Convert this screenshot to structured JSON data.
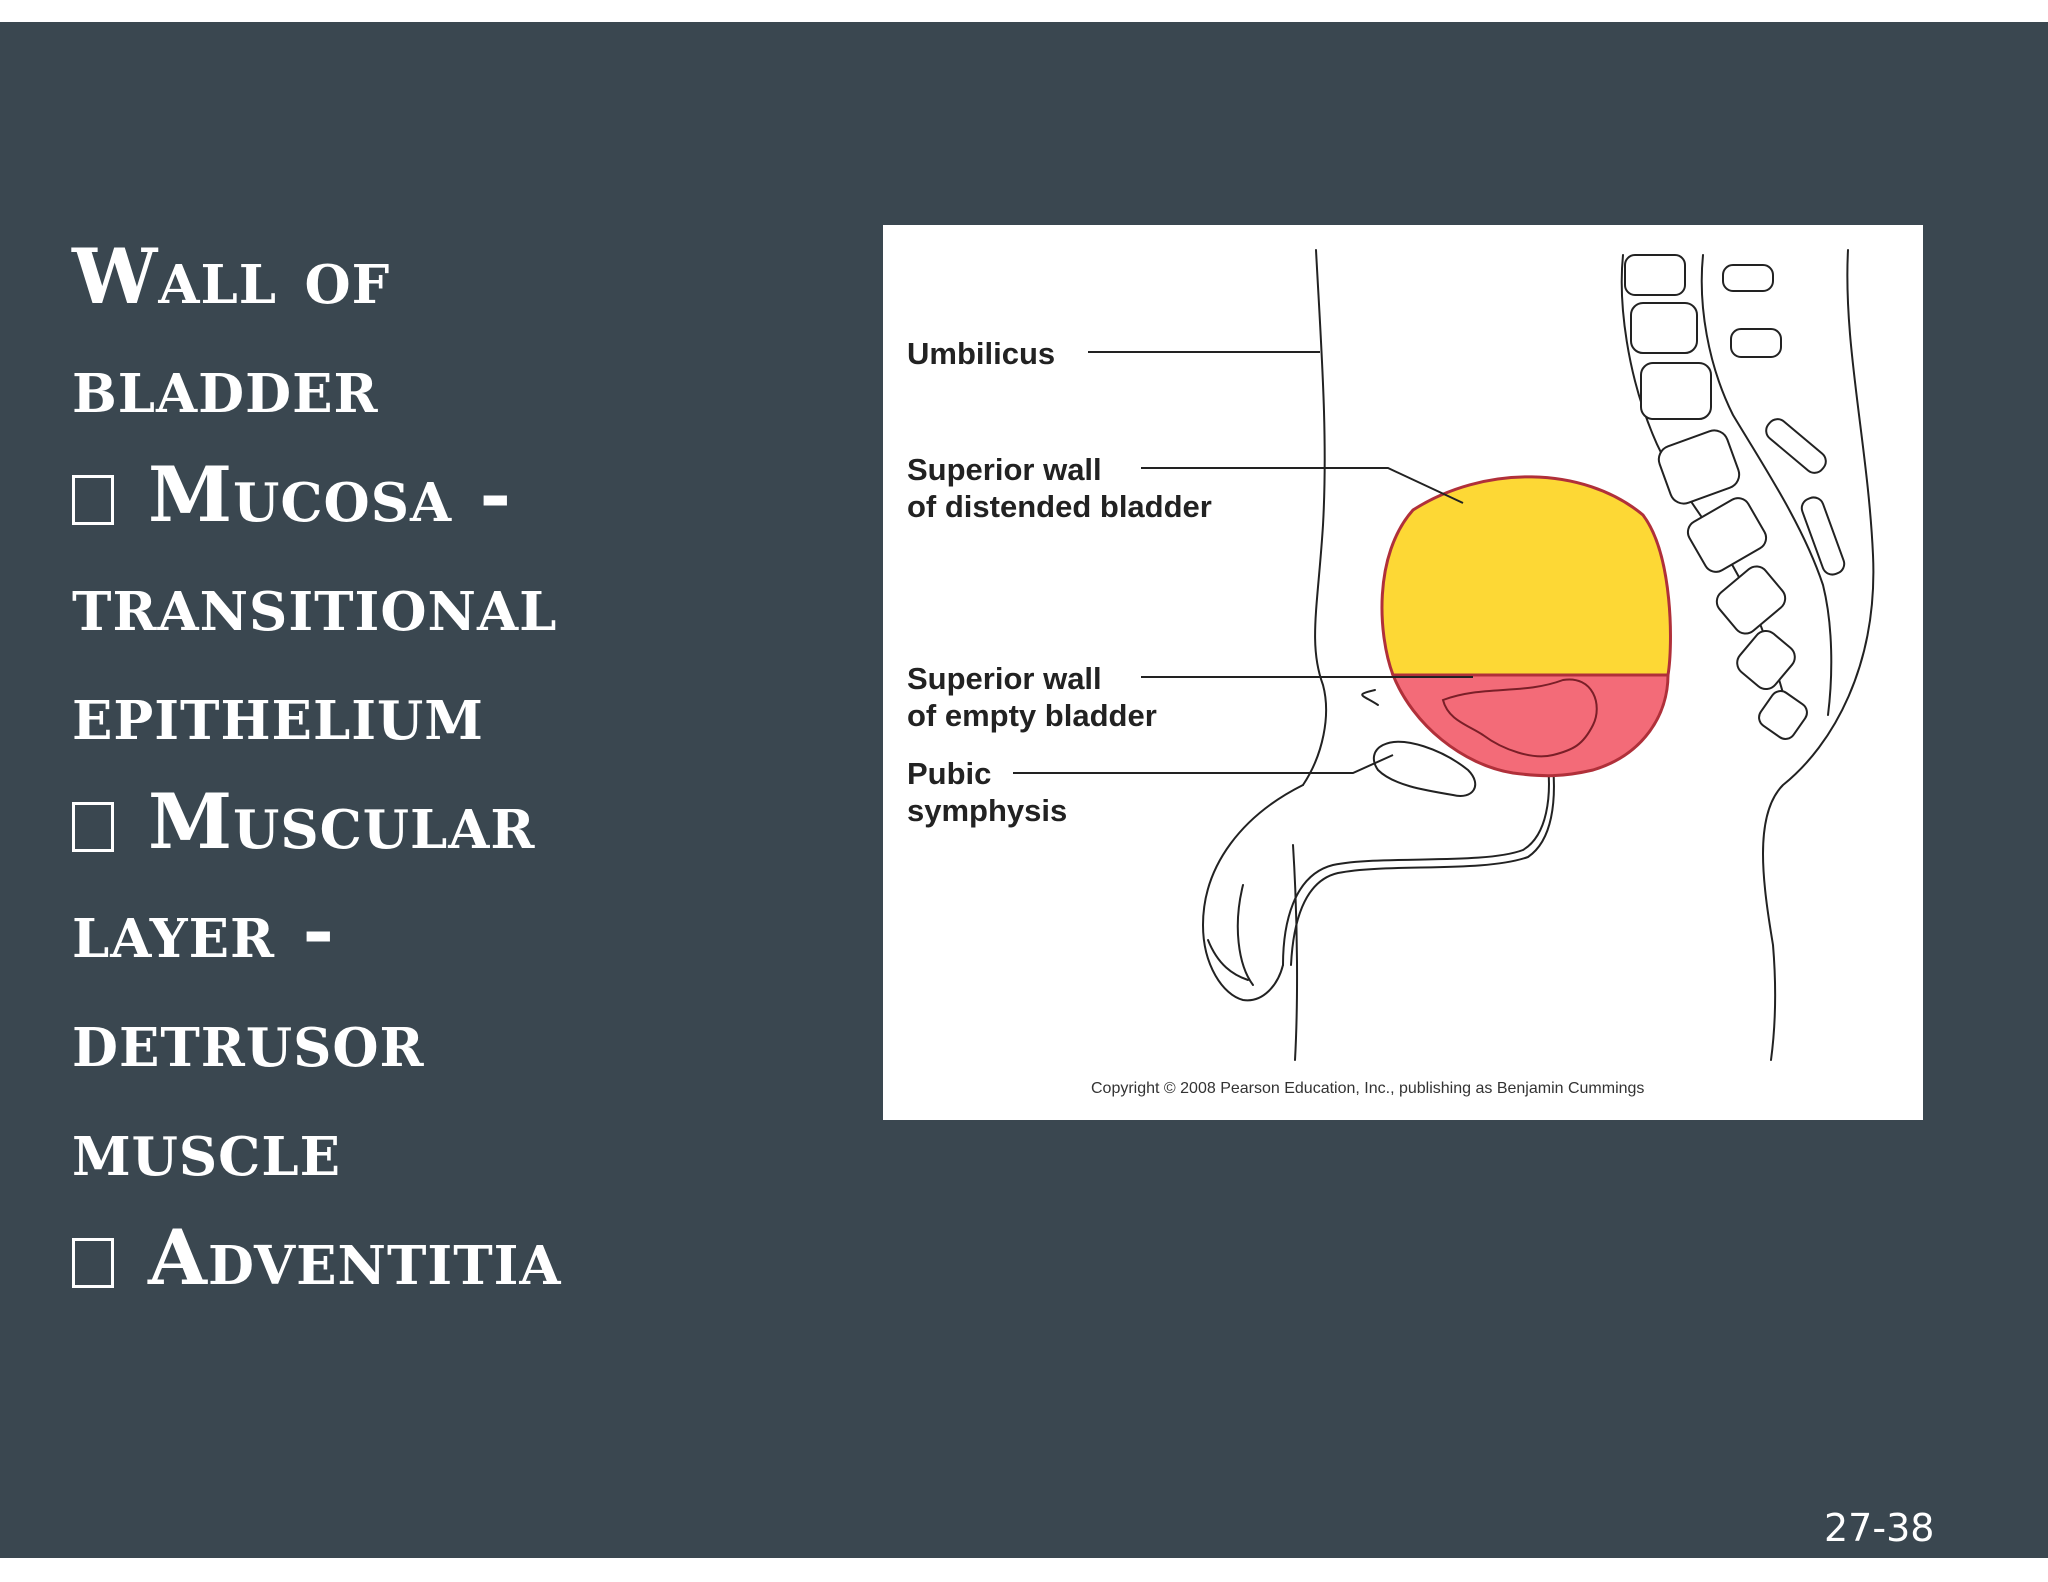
{
  "slide": {
    "title_lines": [
      "Wall of",
      "bladder"
    ],
    "bullets": [
      {
        "lines": [
          "Mucosa -",
          "transitional",
          "epithelium"
        ]
      },
      {
        "lines": [
          "Muscular",
          "layer -",
          "detrusor",
          "muscle"
        ]
      },
      {
        "lines": [
          "Adventitia"
        ]
      }
    ],
    "slide_number": "27-38"
  },
  "figure": {
    "labels": {
      "umbilicus": "Umbilicus",
      "superior_distended_1": "Superior wall",
      "superior_distended_2": "of distended bladder",
      "superior_empty_1": "Superior wall",
      "superior_empty_2": "of empty bladder",
      "pubic_1": "Pubic",
      "pubic_2": "symphysis"
    },
    "copyright": "Copyright © 2008 Pearson Education, Inc., publishing as Benjamin Cummings",
    "colors": {
      "distended_bladder": "#fdd835",
      "empty_bladder": "#f36b78",
      "bladder_outline": "#b0303a",
      "line_art": "#222222"
    }
  },
  "theme": {
    "slide_background": "#3a4750",
    "text_color": "#ffffff"
  }
}
